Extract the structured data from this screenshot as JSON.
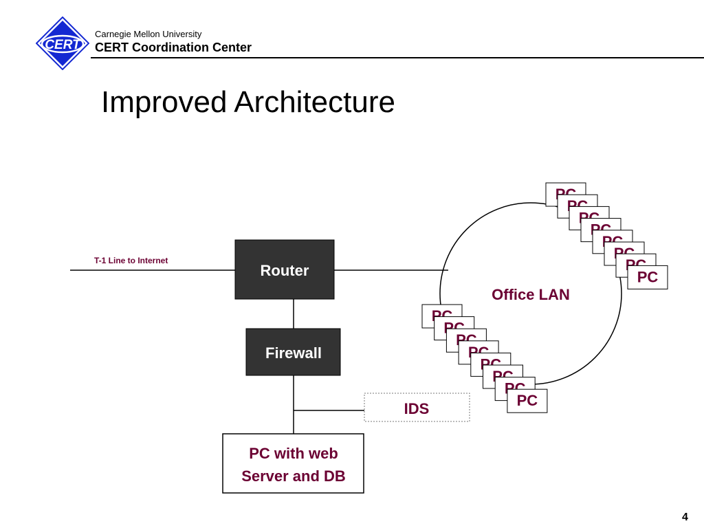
{
  "header": {
    "org": "Carnegie Mellon University",
    "center": "CERT Coordination Center",
    "logo_text": "CERT"
  },
  "title": "Improved Architecture",
  "diagram": {
    "t1_label": "T-1 Line to Internet",
    "router_label": "Router",
    "firewall_label": "Firewall",
    "ids_label": "IDS",
    "server_label_line1": "PC with web",
    "server_label_line2": "Server and DB",
    "lan_label": "Office LAN",
    "pc_label": "PC"
  },
  "colors": {
    "dark_box": "#333333",
    "maroon": "#6b0032",
    "logo_blue": "#1428d2"
  },
  "page_number": "4"
}
